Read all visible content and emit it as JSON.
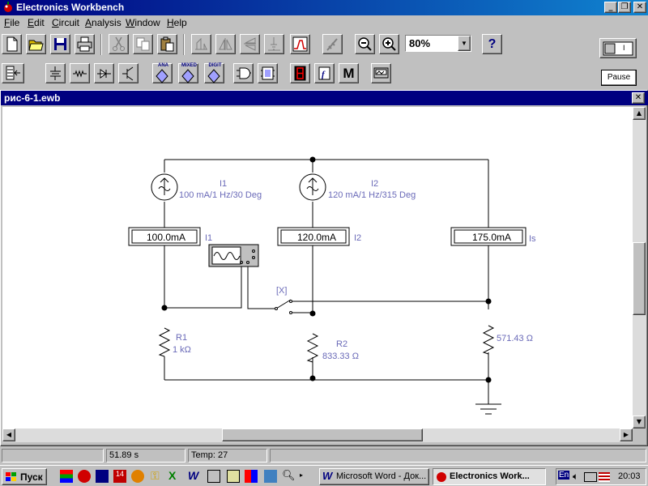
{
  "app": {
    "title": "Electronics Workbench",
    "caption_buttons": [
      "_",
      "❐",
      "✕"
    ]
  },
  "menu": [
    {
      "label": "File",
      "key": "F",
      "rest": "ile"
    },
    {
      "label": "Edit",
      "key": "E",
      "rest": "dit"
    },
    {
      "label": "Circuit",
      "key": "C",
      "rest": "ircuit"
    },
    {
      "label": "Analysis",
      "key": "A",
      "rest": "nalysis"
    },
    {
      "label": "Window",
      "key": "W",
      "rest": "indow"
    },
    {
      "label": "Help",
      "key": "H",
      "rest": "elp"
    }
  ],
  "toolbar": {
    "zoom_value": "80%",
    "help_label": "?",
    "power_label": "I",
    "pause_label": "Pause",
    "parts_bins": [
      "ANA",
      "MIXED",
      "DIGIT"
    ],
    "misc_label": "M"
  },
  "document": {
    "title": "рис-6-1.ewb",
    "close_label": "✕"
  },
  "circuit": {
    "sources": [
      {
        "name": "I1",
        "spec": "100 mA/1 Hz/30 Deg"
      },
      {
        "name": "I2",
        "spec": "120 mA/1 Hz/315 Deg"
      }
    ],
    "ammeters": [
      {
        "reading": "100.0mA",
        "label": "I1"
      },
      {
        "reading": "120.0mA",
        "label": "I2"
      },
      {
        "reading": "175.0mA",
        "label": "Is"
      }
    ],
    "switch_key": "[X]",
    "resistors": [
      {
        "name": "R1",
        "value": "1 kΩ"
      },
      {
        "name": "R2",
        "value": "833.33 Ω"
      },
      {
        "name": "",
        "value": "571.43 Ω"
      }
    ]
  },
  "status": {
    "pane1": "",
    "time": "51.89 s",
    "temp": "Temp:  27",
    "pane4": ""
  },
  "taskbar": {
    "start_label": "Пуск",
    "tasks": [
      {
        "label": "Microsoft Word - Док...",
        "active": false
      },
      {
        "label": "Electronics Work...",
        "active": true
      }
    ],
    "lang": "En",
    "clock": "20:03"
  },
  "colors": {
    "titlebar": "#000080",
    "face": "#c0c0c0",
    "wire": "#000000",
    "component_text": "#6a6ab8",
    "canvas": "#ffffff"
  }
}
